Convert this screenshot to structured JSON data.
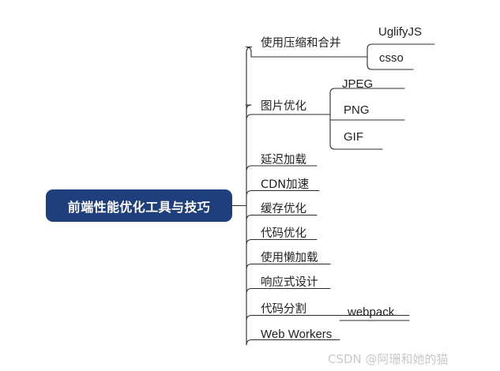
{
  "diagram": {
    "type": "mindmap",
    "orientation": "left-to-right",
    "root": {
      "label": "前端性能优化工具与技巧",
      "color": "#1F3E7C",
      "text_color": "#ffffff"
    },
    "line_color": "#2b2b2b",
    "branches": [
      {
        "label": "使用压缩和合并",
        "children": [
          {
            "label": "UglifyJS"
          },
          {
            "label": "csso"
          }
        ]
      },
      {
        "label": "图片优化",
        "children": [
          {
            "label": "JPEG"
          },
          {
            "label": "PNG"
          },
          {
            "label": "GIF"
          }
        ]
      },
      {
        "label": "延迟加载",
        "children": []
      },
      {
        "label": "CDN加速",
        "children": []
      },
      {
        "label": "缓存优化",
        "children": []
      },
      {
        "label": "代码优化",
        "children": []
      },
      {
        "label": "使用懒加载",
        "children": []
      },
      {
        "label": "响应式设计",
        "children": []
      },
      {
        "label": "代码分割",
        "children": [
          {
            "label": "webpack"
          }
        ]
      },
      {
        "label": "Web Workers",
        "children": []
      }
    ]
  },
  "watermark": {
    "text": "CSDN @阿珊和她的猫",
    "color": "#c9c9c9"
  }
}
